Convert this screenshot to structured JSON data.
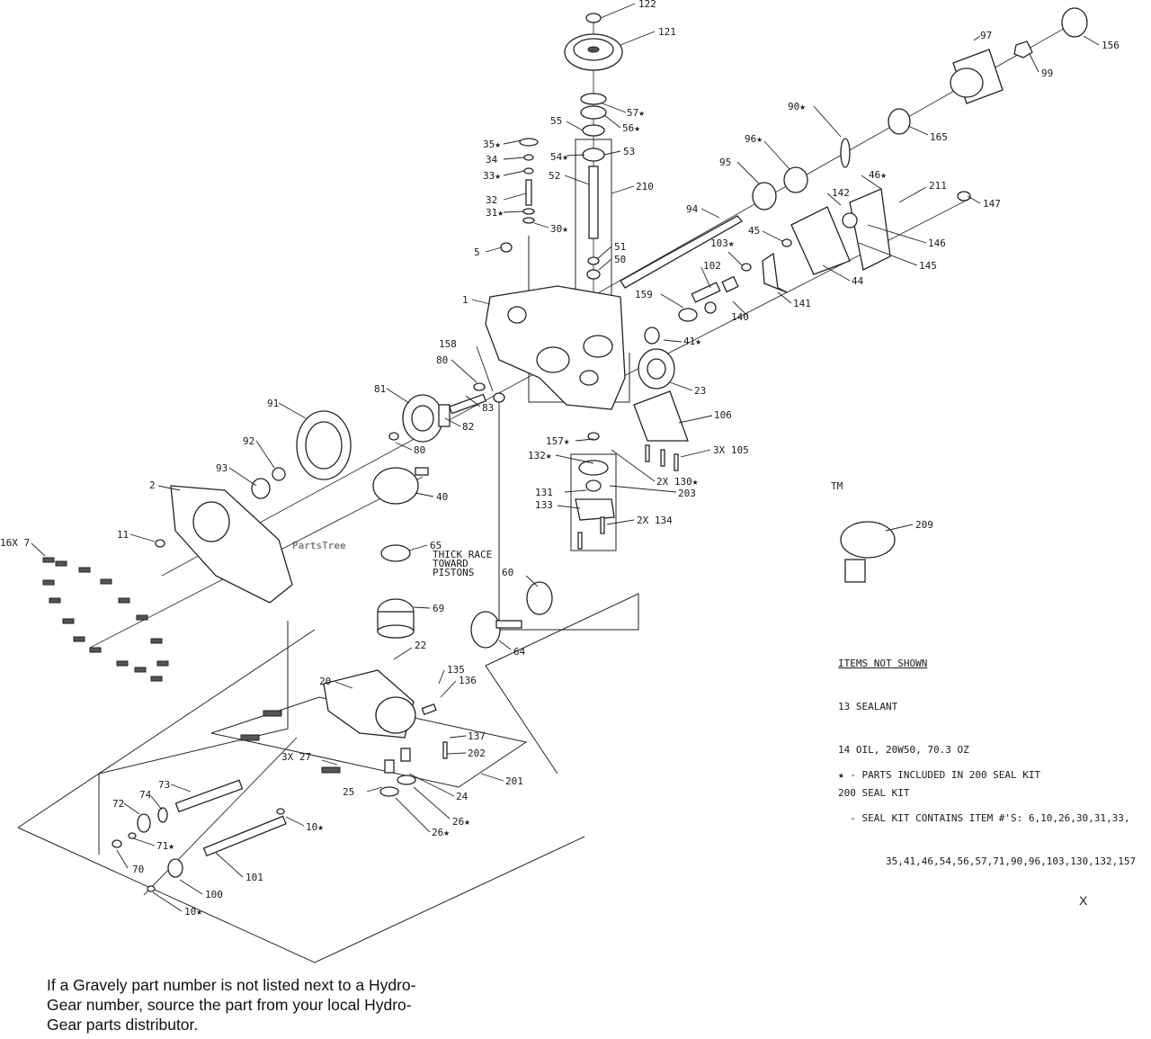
{
  "watermark": "PartsTree",
  "watermark_tm": "TM",
  "part_labels": [
    "122",
    "121",
    "57★",
    "56★",
    "55",
    "54★",
    "53",
    "52",
    "210",
    "51",
    "50",
    "35★",
    "34",
    "33★",
    "32",
    "31★",
    "30★",
    "5",
    "1",
    "97",
    "156",
    "99",
    "90★",
    "165",
    "96★",
    "95",
    "46★",
    "211",
    "147",
    "142",
    "146",
    "145",
    "44",
    "94",
    "45",
    "103★",
    "102",
    "141",
    "140",
    "159",
    "41★",
    "23",
    "106",
    "3X 105",
    "2X 130★",
    "203",
    "157★",
    "132★",
    "131",
    "133",
    "2X 134",
    "209",
    "158",
    "80",
    "83",
    "82",
    "81",
    "80",
    "91",
    "92",
    "93",
    "2",
    "11",
    "16X 7",
    "40",
    "65",
    "60",
    "69",
    "64",
    "22",
    "135",
    "136",
    "20",
    "137",
    "202",
    "3X 27",
    "25",
    "24",
    "201",
    "26★",
    "26★",
    "73",
    "74",
    "72",
    "71★",
    "70",
    "10★",
    "101",
    "100",
    "10★"
  ],
  "thick_race_note": [
    "THICK RACE",
    "TOWARD",
    "PISTONS"
  ],
  "items_not_shown": {
    "header": "ITEMS NOT SHOWN",
    "lines": [
      "13 SEALANT",
      "14 OIL, 20W50, 70.3 OZ",
      "200 SEAL KIT"
    ]
  },
  "seal_kit_note": {
    "lines": [
      "★ - PARTS INCLUDED IN 200 SEAL KIT",
      "  - SEAL KIT CONTAINS ITEM #'S: 6,10,26,30,31,33,",
      "        35,41,46,54,56,57,71,90,96,103,130,132,157"
    ]
  },
  "corner_mark": "X",
  "footer_note": "If a Gravely part number is not listed next to a Hydro-Gear number, source the part from your local Hydro-Gear parts distributor."
}
